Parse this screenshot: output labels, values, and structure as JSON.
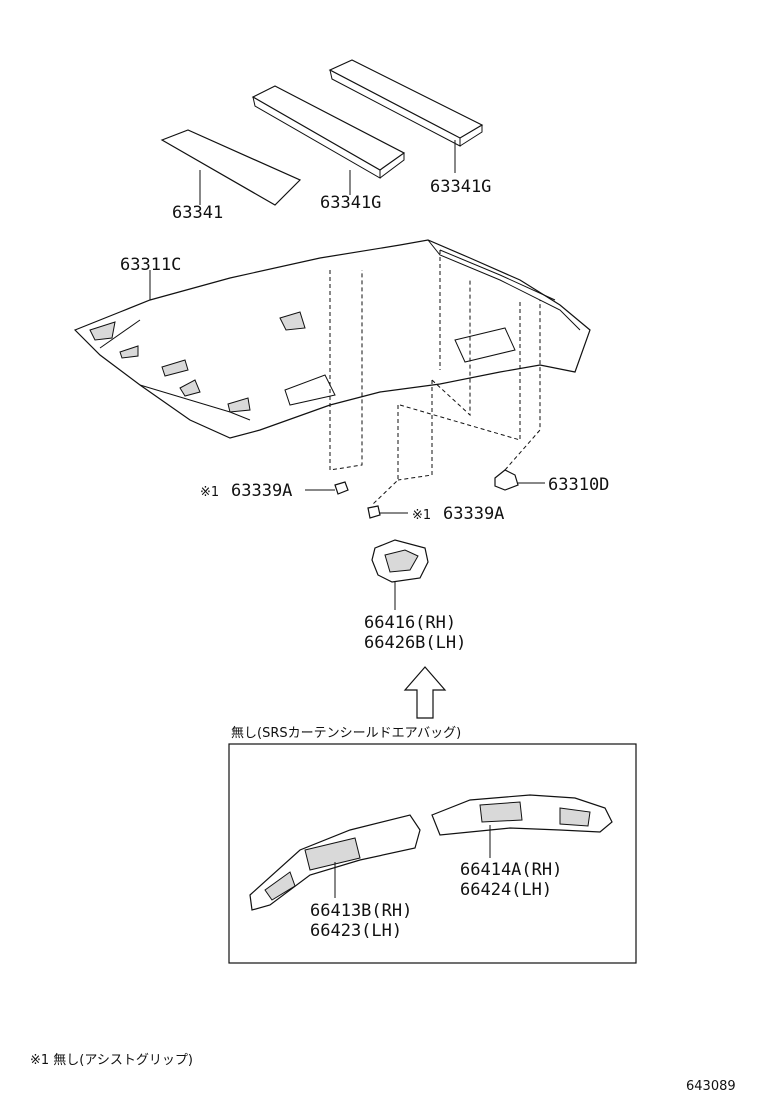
{
  "labels": {
    "pad_63341": "63341",
    "pad_63341g_a": "63341G",
    "pad_63341g_b": "63341G",
    "headlining": "63311C",
    "clip_left": "63339A",
    "clip_left_mark": "※1",
    "clip_right": "63339A",
    "clip_right_mark": "※1",
    "clip_63310d": "63310D",
    "bracket_rh": "66416(RH)",
    "bracket_lh": "66426B(LH)",
    "inset_title": "無し(SRSカーテンシールドエアバッグ)",
    "inset_left_rh": "66413B(RH)",
    "inset_left_lh": "66423(LH)",
    "inset_right_rh": "66414A(RH)",
    "inset_right_lh": "66424(LH)",
    "footnote": "※1 無し(アシストグリップ)",
    "diagram_code": "643089"
  }
}
